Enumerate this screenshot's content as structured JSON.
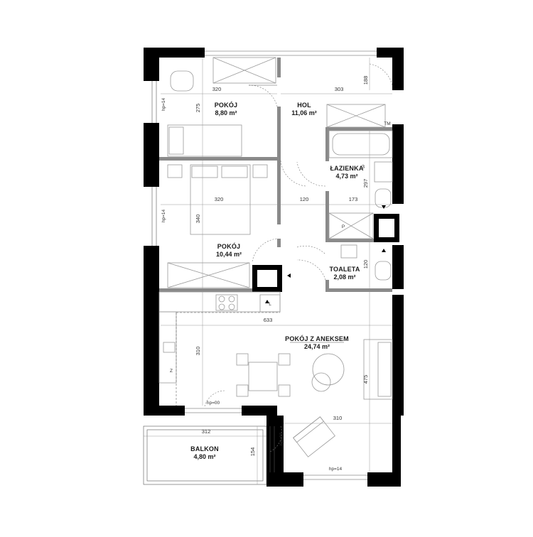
{
  "rooms": [
    {
      "id": "pokoj1",
      "name": "POKÓJ",
      "area": "8,80 m²"
    },
    {
      "id": "hol",
      "name": "HOL",
      "area": "11,06 m²"
    },
    {
      "id": "lazienka",
      "name": "ŁAZIENKA",
      "area": "4,73 m²"
    },
    {
      "id": "pokoj2",
      "name": "POKÓJ",
      "area": "10,44 m²"
    },
    {
      "id": "toaleta",
      "name": "TOALETA",
      "area": "2,08 m²"
    },
    {
      "id": "salon",
      "name": "POKÓJ Z ANEKSEM",
      "area": "24,74 m²"
    },
    {
      "id": "balkon",
      "name": "BALKON",
      "area": "4,80 m²"
    }
  ],
  "dimensions": {
    "d320a": "320",
    "d303": "303",
    "d188": "188",
    "d275": "275",
    "d320b": "320",
    "d120a": "120",
    "d173": "173",
    "d297": "297",
    "d340": "340",
    "d120b": "120",
    "d633": "633",
    "d310a": "310",
    "d475": "475",
    "d310b": "310",
    "d312": "312",
    "d154": "154",
    "d3": "3"
  },
  "labels": {
    "hp14_a": "hp=14",
    "hp14_b": "hp=14",
    "hp00_a": "hp=00",
    "hp00_b": "hp=00",
    "hp14_c": "hp=14",
    "tm": "TM",
    "p": "P",
    "l": "L",
    "z": "Z"
  }
}
